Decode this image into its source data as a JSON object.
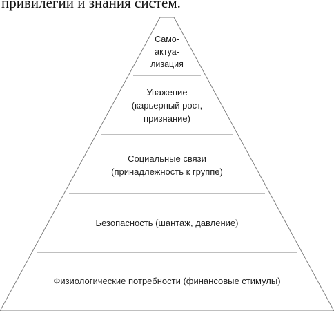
{
  "header_text": "привилегии и знания систем.",
  "pyramid": {
    "stroke_color": "#7f7f7f",
    "levels": [
      {
        "lines": [
          "Само-",
          "актуа-",
          "лизация"
        ]
      },
      {
        "lines": [
          "Уважение",
          "(карьерный рост,",
          "признание)"
        ]
      },
      {
        "lines": [
          "Социальные связи",
          "(принадлежность к группе)"
        ]
      },
      {
        "lines": [
          "Безопасность (шантаж, давление)"
        ]
      },
      {
        "lines": [
          "Физиологические потребности (финансовые стимулы)"
        ]
      }
    ]
  }
}
